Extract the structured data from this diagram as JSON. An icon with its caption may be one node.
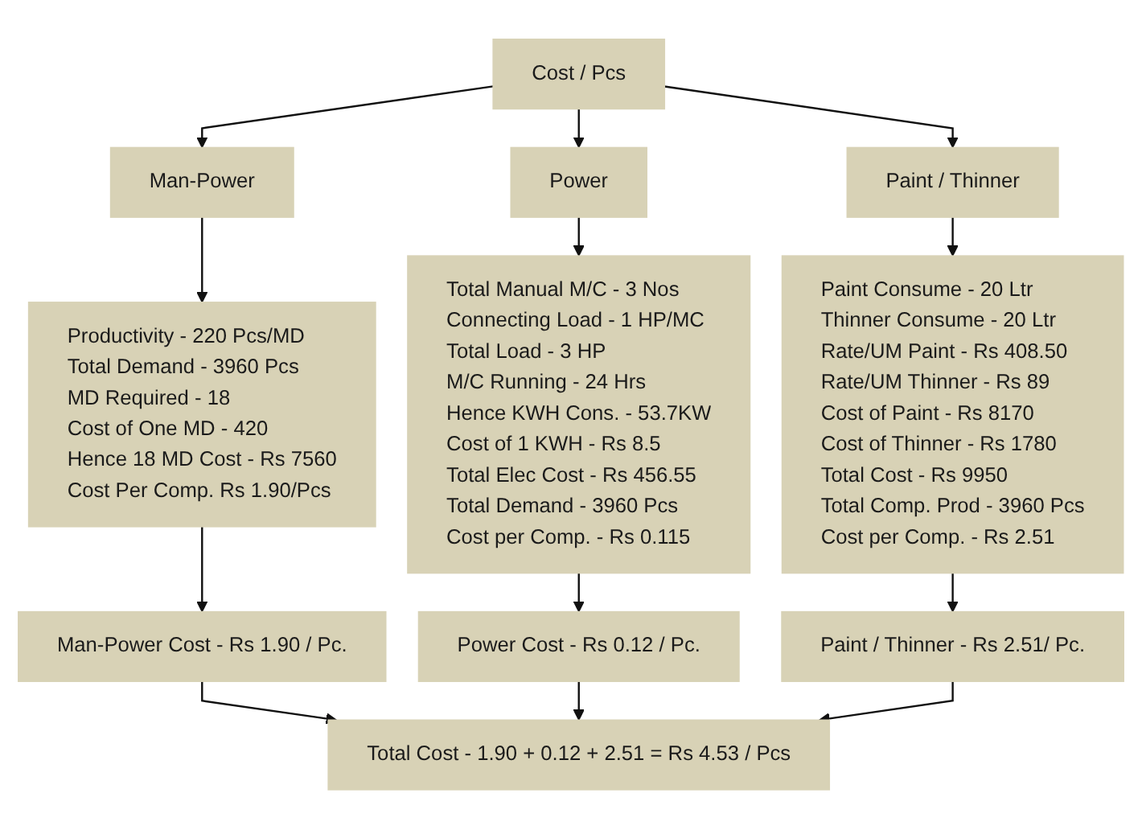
{
  "diagram": {
    "nodes": [
      {
        "text": [
          "Cost / Pcs"
        ]
      },
      {
        "text": [
          "Man-Power"
        ]
      },
      {
        "text": [
          "Power"
        ]
      },
      {
        "text": [
          "Paint / Thinner"
        ]
      },
      {
        "text": [
          "Productivity - 220 Pcs/MD",
          "Total Demand - 3960 Pcs",
          "MD Required - 18",
          "Cost of One MD - 420",
          "Hence 18 MD Cost - Rs 7560",
          "Cost Per Comp. Rs 1.90/Pcs"
        ]
      },
      {
        "text": [
          "Total Manual M/C - 3 Nos",
          "Connecting Load - 1 HP/MC",
          "Total Load - 3 HP",
          "M/C Running - 24 Hrs",
          "Hence KWH Cons. - 53.7KW",
          "Cost of 1 KWH - Rs 8.5",
          "Total Elec Cost - Rs 456.55",
          "Total Demand - 3960 Pcs",
          "Cost per Comp. - Rs 0.115"
        ]
      },
      {
        "text": [
          "Paint Consume - 20 Ltr",
          "Thinner Consume - 20 Ltr",
          "Rate/UM Paint - Rs 408.50",
          "Rate/UM Thinner - Rs 89",
          "Cost of Paint - Rs 8170",
          "Cost of Thinner - Rs 1780",
          "Total Cost - Rs 9950",
          "Total Comp. Prod - 3960 Pcs",
          "Cost per Comp. - Rs 2.51"
        ]
      },
      {
        "text": [
          "Man-Power Cost - Rs 1.90 / Pc."
        ]
      },
      {
        "text": [
          "Power Cost - Rs 0.12 / Pc."
        ]
      },
      {
        "text": [
          "Paint / Thinner - Rs 2.51/ Pc."
        ]
      },
      {
        "text": [
          "Total Cost - 1.90 + 0.12 + 2.51 = Rs 4.53 / Pcs"
        ]
      }
    ],
    "edges": [
      {
        "from": 0,
        "to": 1,
        "arrow": "to"
      },
      {
        "from": 0,
        "to": 2,
        "arrow": "to"
      },
      {
        "from": 0,
        "to": 3,
        "arrow": "to"
      },
      {
        "from": 1,
        "to": 4,
        "arrow": "to"
      },
      {
        "from": 2,
        "to": 5,
        "arrow": "to"
      },
      {
        "from": 3,
        "to": 6,
        "arrow": "to"
      },
      {
        "from": 4,
        "to": 7,
        "arrow": "to"
      },
      {
        "from": 5,
        "to": 8,
        "arrow": "to"
      },
      {
        "from": 6,
        "to": 9,
        "arrow": "to"
      },
      {
        "from": 7,
        "to": 10,
        "arrow": "to"
      },
      {
        "from": 8,
        "to": 10,
        "arrow": "to"
      },
      {
        "from": 9,
        "to": 10,
        "arrow": "to"
      }
    ]
  }
}
